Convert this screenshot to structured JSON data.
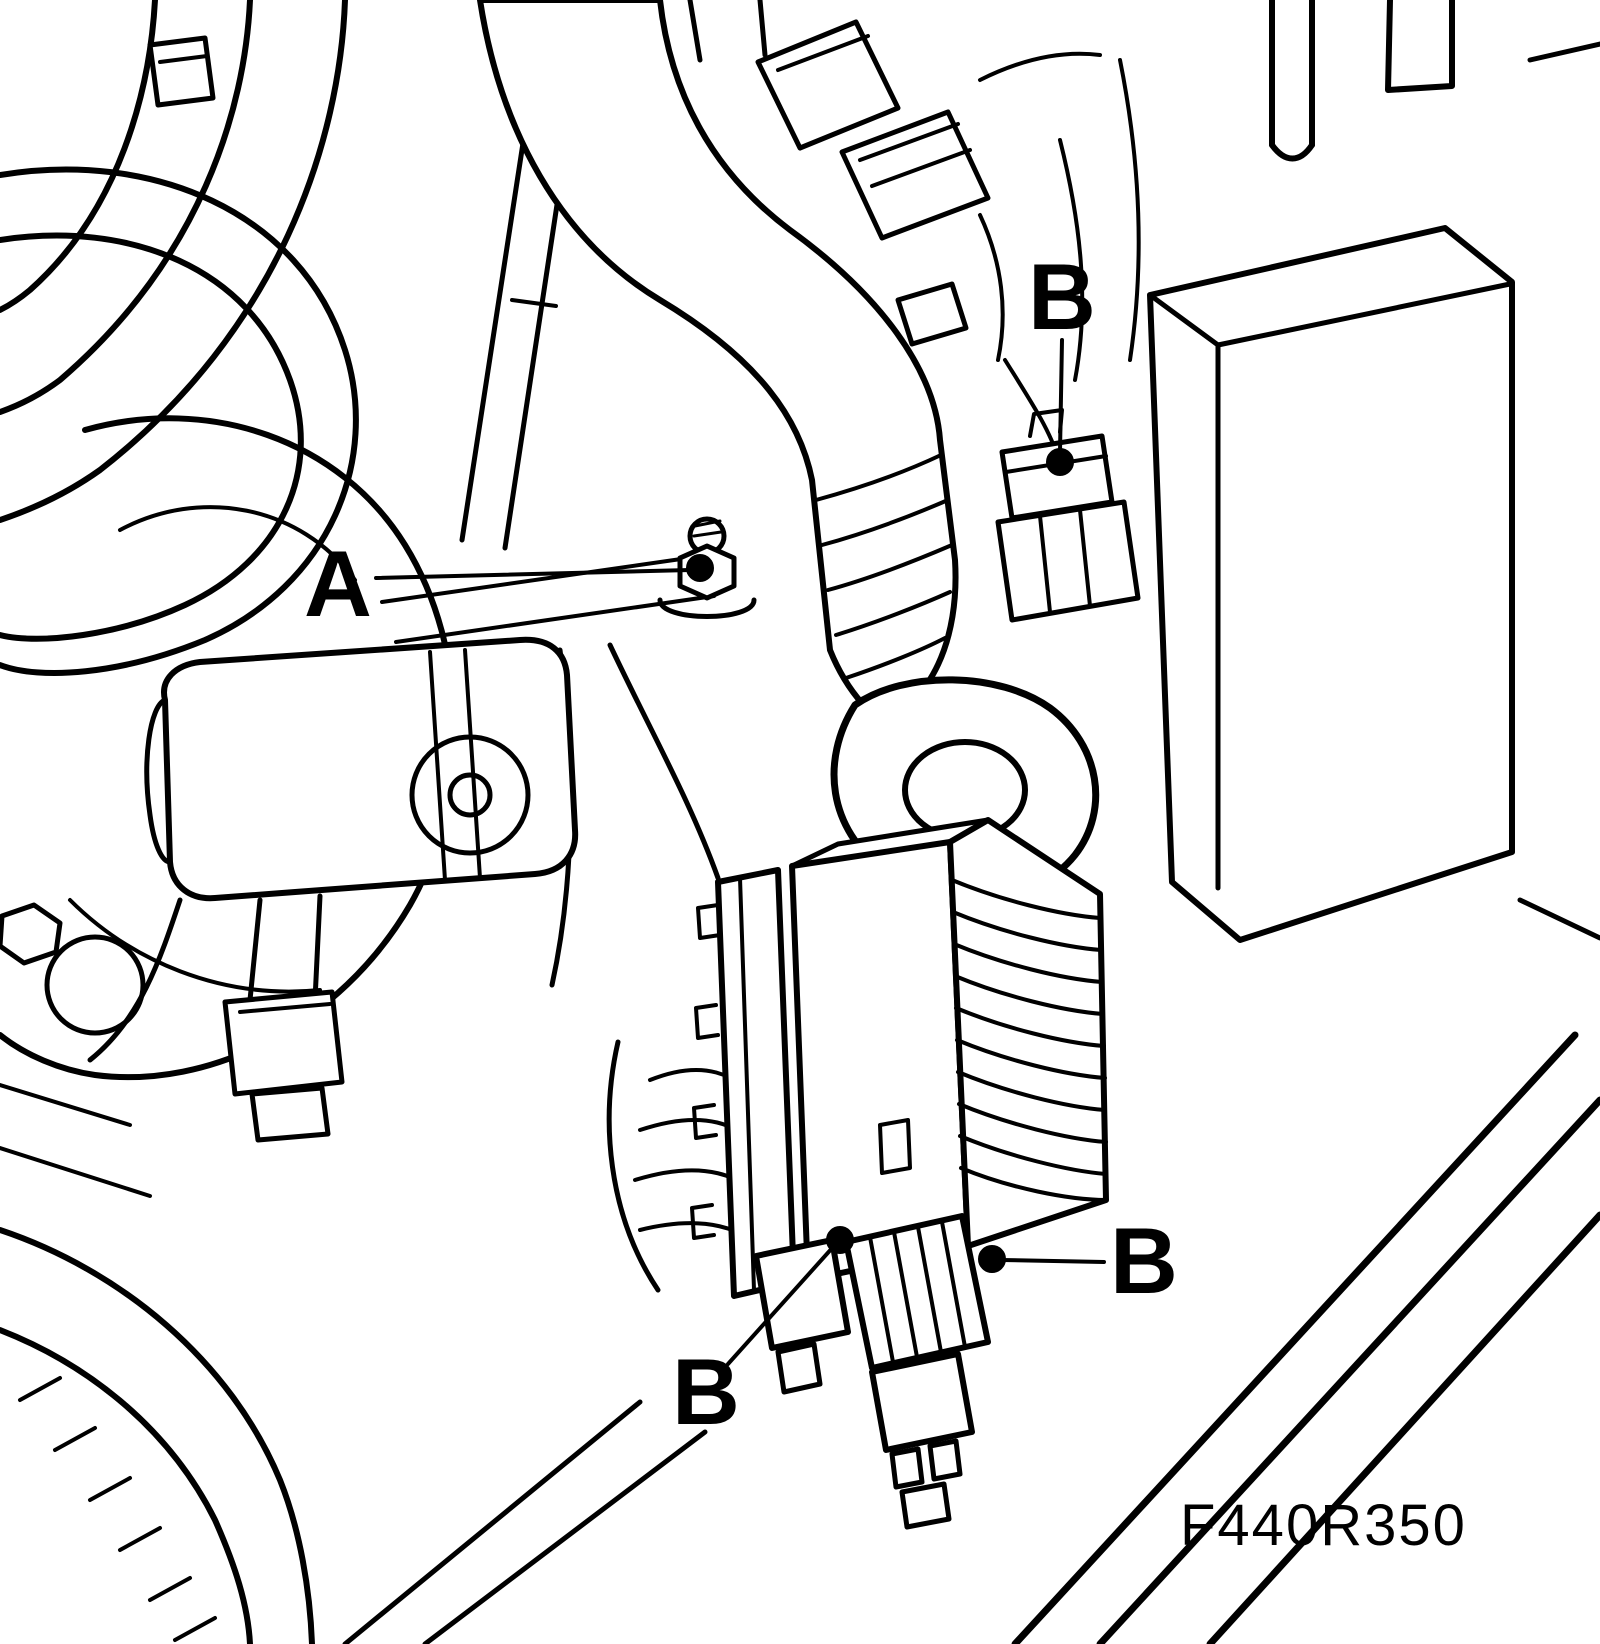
{
  "figure": {
    "code": "F440R350",
    "callouts": [
      {
        "label": "A"
      },
      {
        "label": "B"
      },
      {
        "label": "B"
      },
      {
        "label": "B"
      }
    ]
  }
}
